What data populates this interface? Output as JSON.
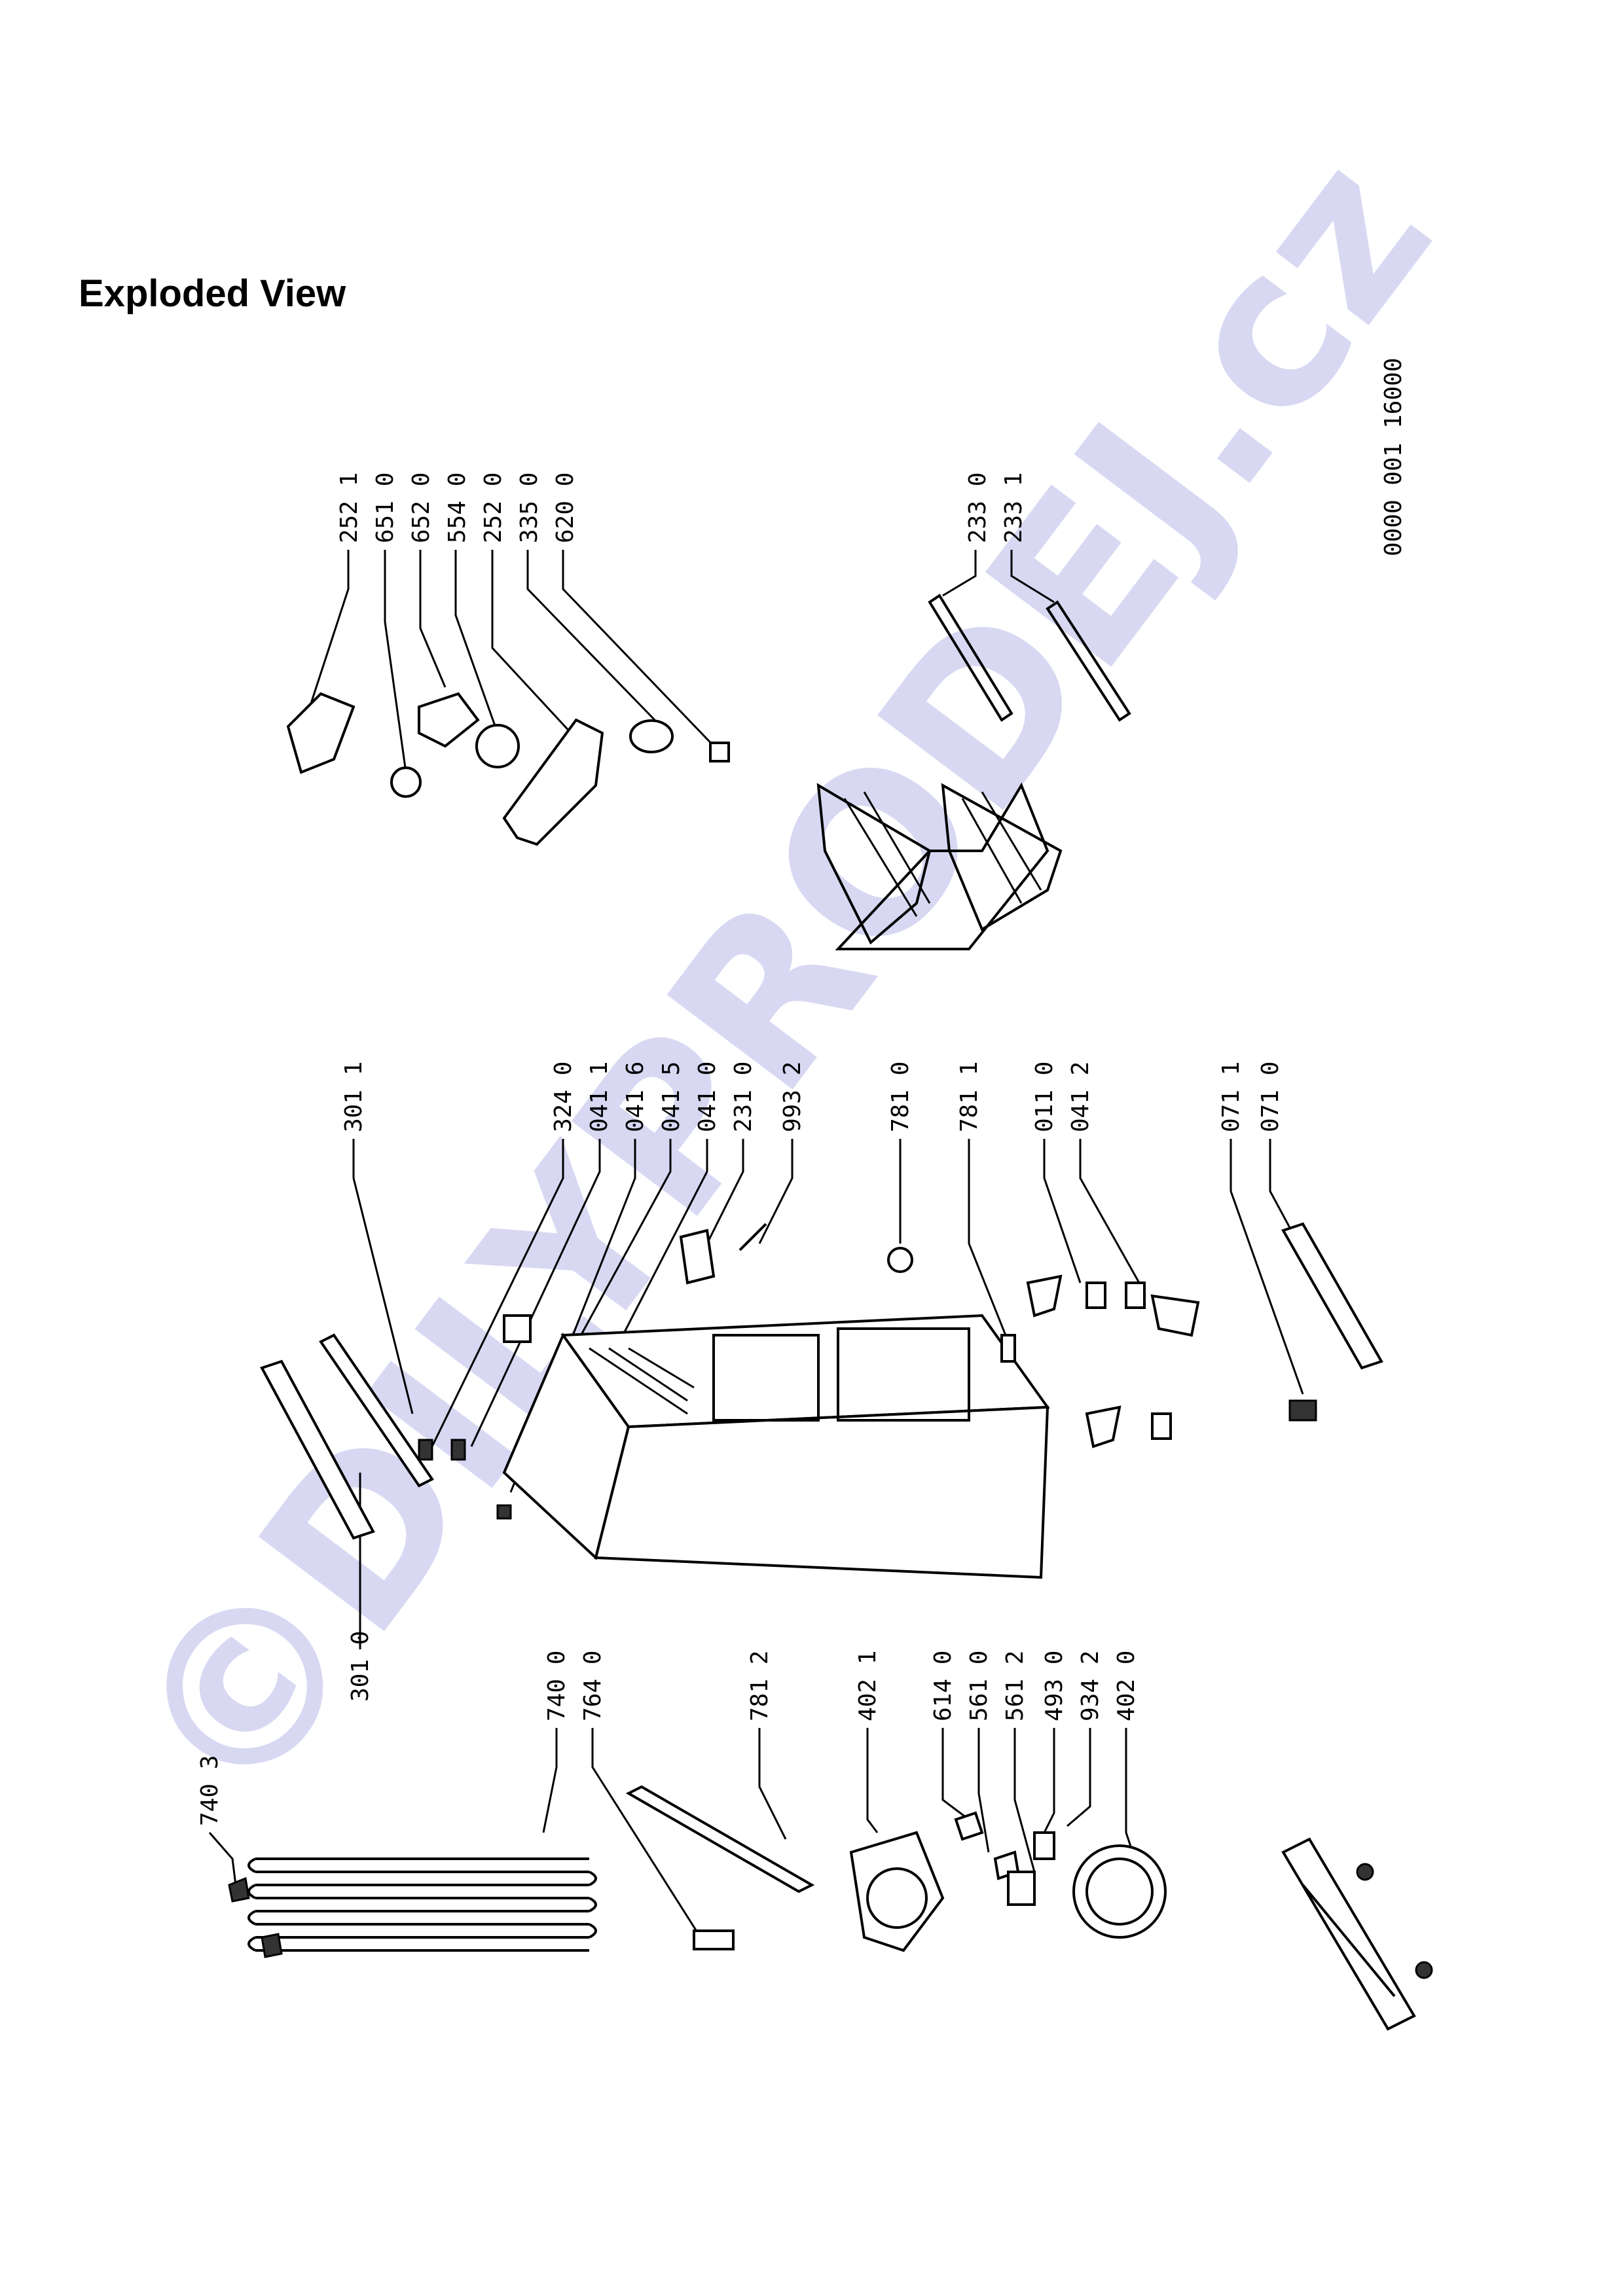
{
  "title": "Exploded View",
  "doc_code": "0000 001 16000",
  "watermark": "©DILYPRODEJ.cz",
  "parts": {
    "p2521": "252 1",
    "p6510": "651 0",
    "p6520": "652 0",
    "p5540": "554 0",
    "p2520": "252 0",
    "p3350": "335 0",
    "p6200": "620 0",
    "p2330": "233 0",
    "p2331": "233 1",
    "p3011": "301 1",
    "p3240": "324 0",
    "p0411": "041 1",
    "p0416": "041 6",
    "p0415": "041 5",
    "p0410": "041 0",
    "p2310": "231 0",
    "p9932": "993 2",
    "p7810": "781 0",
    "p7811": "781 1",
    "p0110": "011 0",
    "p0412": "041 2",
    "p0711": "071 1",
    "p0710": "071 0",
    "p3010": "301 0",
    "p7403": "740 3",
    "p7400": "740 0",
    "p7640": "764 0",
    "p7812": "781 2",
    "p4021": "402 1",
    "p6140": "614 0",
    "p5610": "561 0",
    "p5612": "561 2",
    "p4930": "493 0",
    "p9342": "934 2",
    "p4020": "402 0"
  }
}
